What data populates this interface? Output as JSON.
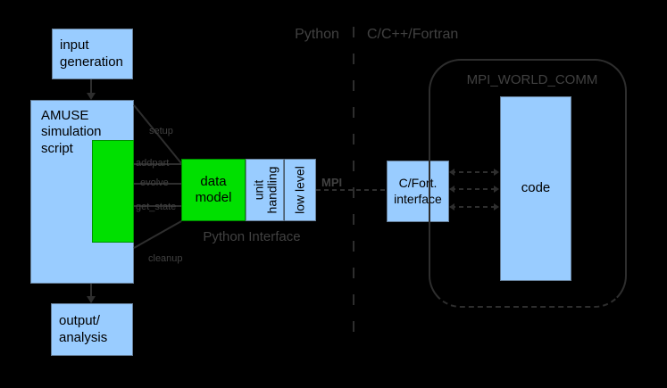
{
  "colors": {
    "bg": "#000000",
    "box_blue": "#99ccff",
    "box_green": "#00e000",
    "box_border": "#667f99",
    "line": "#2e2e2e",
    "gray_text": "#414141"
  },
  "headers": {
    "python": "Python",
    "c_fortran": "C/C++/Fortran",
    "mpi_world_comm": "MPI_WORLD_COMM",
    "python_interface": "Python Interface",
    "mpi": "MPI"
  },
  "boxes": {
    "input_generation": "input\ngeneration",
    "amuse_script": "AMUSE\nsimulation\nscript",
    "data_model": "data\nmodel",
    "unit_handling": "unit\nhandling",
    "low_level": "low level",
    "c_fort_interface": "C/Fort.\ninterface",
    "code": "code",
    "output_analysis": "output/\nanalysis"
  },
  "call_labels": {
    "setup": "setup",
    "addpart": "addpart",
    "evolve": "evolve",
    "get_state": "get_state",
    "cleanup": "cleanup"
  }
}
